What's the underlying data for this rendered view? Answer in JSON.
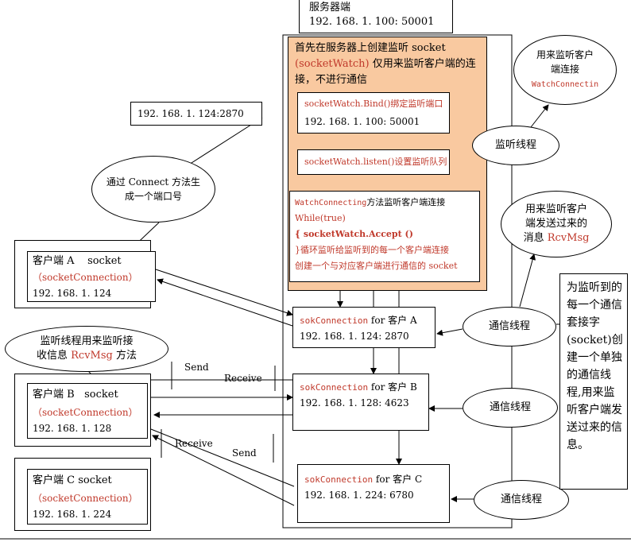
{
  "server": {
    "title": "服务器端",
    "addr": "192. 168. 1. 100: 50001"
  },
  "panel": {
    "line1": "首先在服务器上创建监听 socket",
    "line2a": "(socketWatch)",
    "line2b": "仅用来监听客户端的连",
    "line3": "接，不进行通信"
  },
  "bind_box": {
    "line1": "socketWatch.Bind()绑定监听端口",
    "line2": "192. 168. 1. 100: 50001"
  },
  "listen_box": {
    "text": "socketWatch.listen()设置监听队列"
  },
  "watch_box": {
    "line1a": "WatchConnecting",
    "line1b": "方法监听客户端连接",
    "line2": "While(true)",
    "line3": "{ socketWatch.Accept ()",
    "line4": "}循环监听给监听到的每一个客户端连接",
    "line5": "创建一个与对应客户端进行通信的 socket"
  },
  "client_addr_box": {
    "text": "192. 168. 1. 124:2870"
  },
  "ellipse_connect": {
    "line1": "通过 Connect 方法生",
    "line2": "成一个端口号"
  },
  "ellipse_listen_thread": {
    "text": "监听线程"
  },
  "ellipse_watch_note": {
    "line1": "用来监听客户",
    "line2": "端连接",
    "line3": "WatchConnectin"
  },
  "ellipse_rcv_note": {
    "line1": "用来监听客户",
    "line2": "端发送过来的",
    "line3a": "消息",
    "line3b": "RcvMsg"
  },
  "ellipse_recv_thread": {
    "line1": "监听线程用来监听接",
    "line2a": "收信息",
    "line2b": "RcvMsg",
    "line2c": "方法"
  },
  "comm_threads": [
    "通信线程",
    "通信线程",
    "通信线程"
  ],
  "client_a": {
    "label": "客户端 A",
    "socket": "socket",
    "conn": "（socketConnection）",
    "addr": "192. 168. 1. 124"
  },
  "client_b": {
    "label": "客户端 B",
    "socket": "socket",
    "conn": "（socketConnection）",
    "addr": "192. 168. 1. 128"
  },
  "client_c": {
    "label": "客户端 C socket",
    "conn": "（socketConnection）",
    "addr": "192. 168. 1. 224"
  },
  "sok_a": {
    "line1a": "sokConnection",
    "line1b": "for 客户 A",
    "line2": "192. 168. 1. 124: 2870"
  },
  "sok_b": {
    "line1a": "sokConnection",
    "line1b": "for 客户 B",
    "line2": "192. 168. 1. 128: 4623"
  },
  "sok_c": {
    "line1a": "sokConnection",
    "line1b": "for 客户 C",
    "line2": "192. 168. 1. 224: 6780"
  },
  "labels": {
    "send1": "Send",
    "receive1": "Receive",
    "receive2": "Receive",
    "send2": "Send"
  },
  "right_note": {
    "text": "为监听到的每一个通信套接字(socket)创建一个单独的通信线程,用来监听客户端发送过来的信息。"
  }
}
